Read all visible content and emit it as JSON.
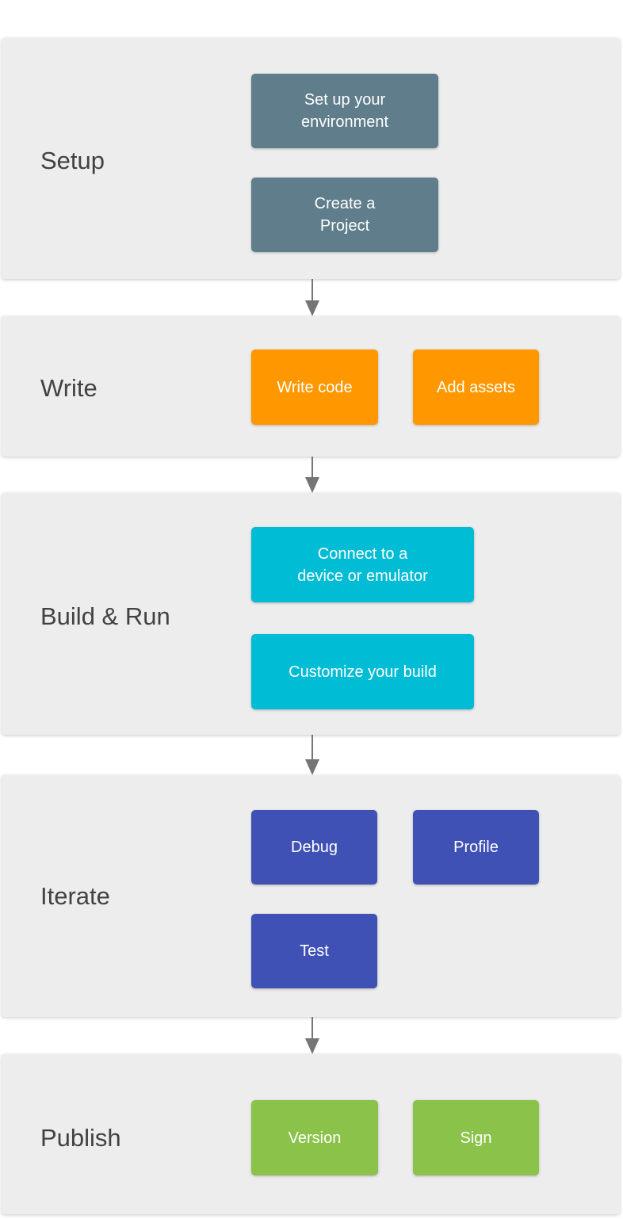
{
  "page": {
    "background": "#FFFFFF",
    "band_background": "#EDEDED",
    "arrow_color": "#757575",
    "label_color": "#424242"
  },
  "stages": [
    {
      "label": "Setup",
      "color": "#607D8B",
      "buttons": [
        {
          "label": "Set up your\nenvironment"
        },
        {
          "label": "Create a\nProject"
        }
      ]
    },
    {
      "label": "Write",
      "color": "#FF9800",
      "buttons": [
        {
          "label": "Write code"
        },
        {
          "label": "Add assets"
        }
      ]
    },
    {
      "label": "Build & Run",
      "color": "#00BCD4",
      "buttons": [
        {
          "label": "Connect to a\ndevice or emulator"
        },
        {
          "label": "Customize your build"
        }
      ]
    },
    {
      "label": "Iterate",
      "color": "#3F51B5",
      "buttons": [
        {
          "label": "Debug"
        },
        {
          "label": "Profile"
        },
        {
          "label": "Test"
        }
      ]
    },
    {
      "label": "Publish",
      "color": "#8BC34A",
      "buttons": [
        {
          "label": "Version"
        },
        {
          "label": "Sign"
        }
      ]
    }
  ]
}
